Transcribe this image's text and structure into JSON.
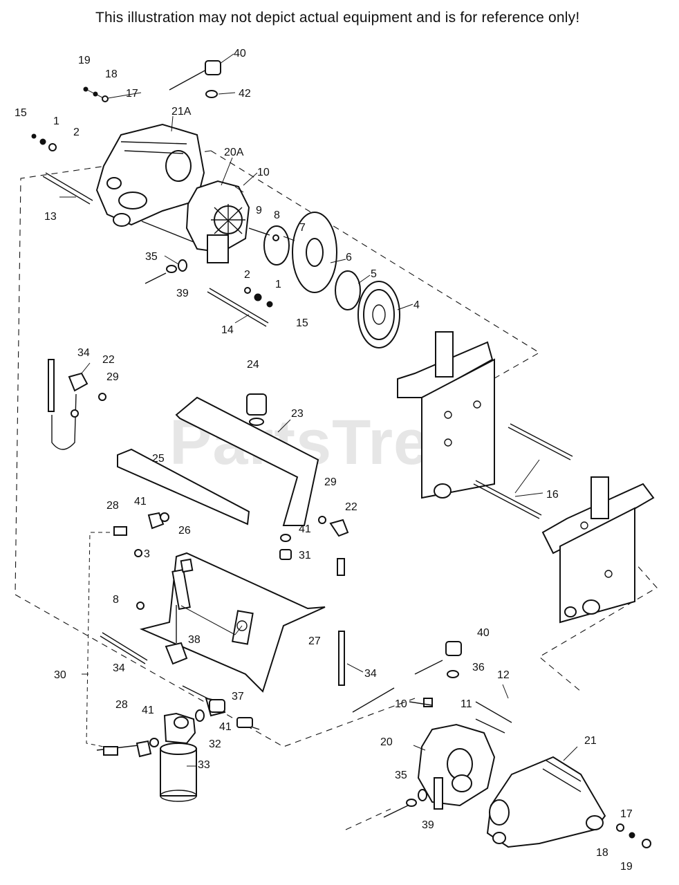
{
  "header": {
    "disclaimer": "This illustration may not depict actual equipment and is for reference only!"
  },
  "watermark": "PartsTree",
  "callouts": {
    "c19a": "19",
    "c40a": "40",
    "c18a": "18",
    "c17a": "17",
    "c42": "42",
    "c15a": "15",
    "c1a": "1",
    "c2a": "2",
    "c21a": "21A",
    "c20a": "20A",
    "c10a": "10",
    "c13": "13",
    "c9": "9",
    "c8a": "8",
    "c7": "7",
    "c6": "6",
    "c5": "5",
    "c4": "4",
    "c35a": "35",
    "c2b": "2",
    "c1b": "1",
    "c39a": "39",
    "c15b": "15",
    "c14": "14",
    "c34a": "34",
    "c22a": "22",
    "c29a": "29",
    "c24": "24",
    "c23": "23",
    "c25": "25",
    "c16": "16",
    "c28a": "28",
    "c41a": "41",
    "c29b": "29",
    "c22b": "22",
    "c26": "26",
    "c41b": "41",
    "c3": "3",
    "c31": "31",
    "c8b": "8",
    "c38": "38",
    "c27": "27",
    "c30": "30",
    "c34b": "34",
    "c34c": "34",
    "c40b": "40",
    "c36": "36",
    "c12": "12",
    "c37": "37",
    "c10b": "10",
    "c11": "11",
    "c28b": "28",
    "c41c": "41",
    "c41d": "41",
    "c32": "32",
    "c33": "33",
    "c20": "20",
    "c21": "21",
    "c35b": "35",
    "c39b": "39",
    "c17b": "17",
    "c18b": "18",
    "c19b": "19"
  }
}
